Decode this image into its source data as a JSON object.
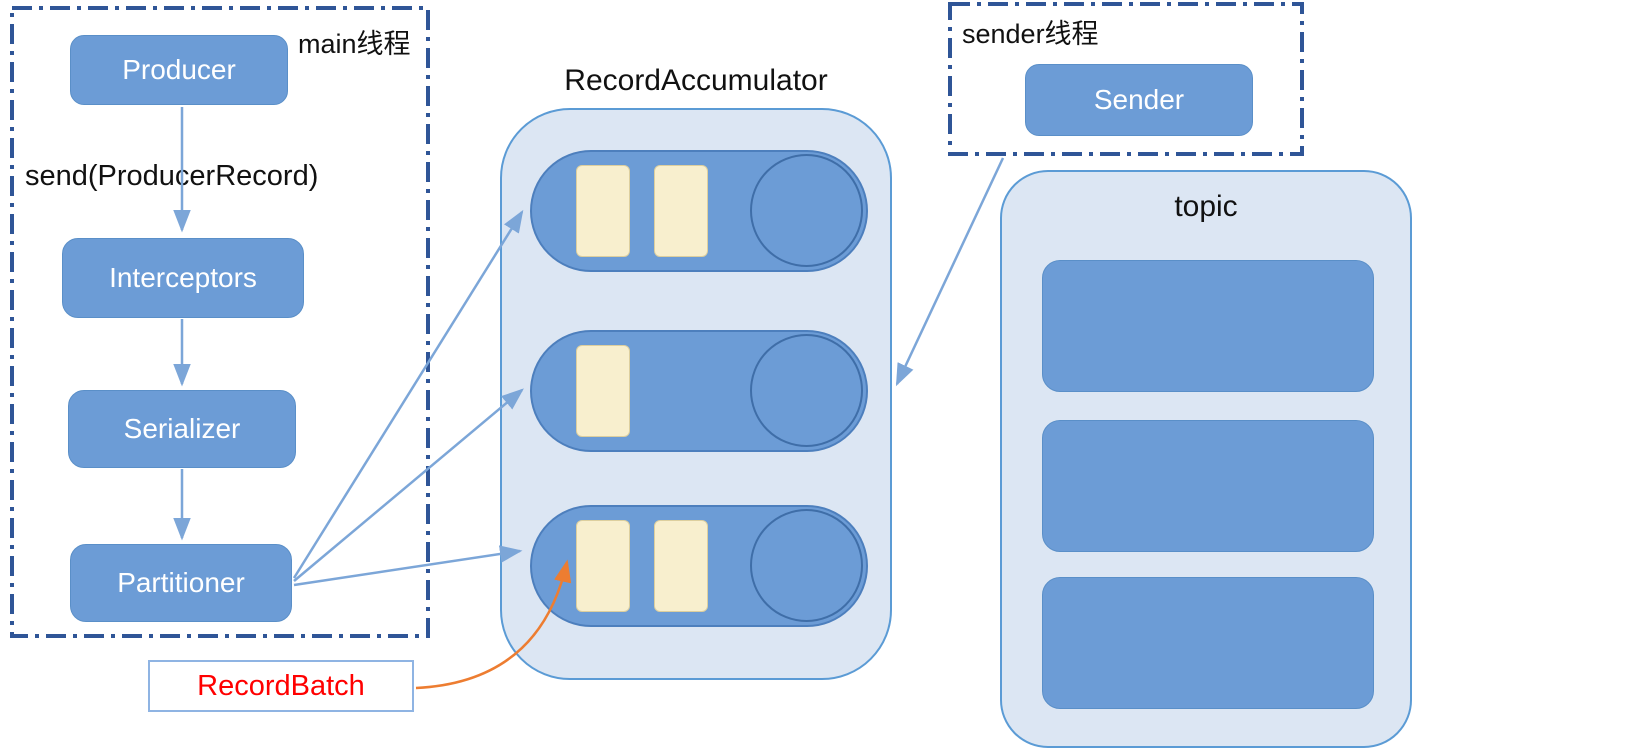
{
  "colors": {
    "node-blue": "#6c9cd6",
    "node-border": "#5a8fc8",
    "container-fill": "#dce6f3",
    "container-border": "#5b9bd5",
    "batch-cream": "#f8efce",
    "batch-border": "#ddcf9e",
    "dash-border": "#2f5597",
    "arrow-blue": "#7ca6d8",
    "arrow-orange": "#ed7d31",
    "record-batch-red": "#ff0000",
    "node-text": "#ffffff",
    "text-black": "#111111"
  },
  "main_thread": {
    "label": "main线程",
    "send_label": "send(ProducerRecord)",
    "nodes": {
      "producer": "Producer",
      "interceptors": "Interceptors",
      "serializer": "Serializer",
      "partitioner": "Partitioner"
    }
  },
  "accumulator": {
    "title": "RecordAccumulator",
    "record_batch_label": "RecordBatch",
    "queues": [
      {
        "batches": 2
      },
      {
        "batches": 1
      },
      {
        "batches": 2
      }
    ]
  },
  "sender_thread": {
    "label": "sender线程",
    "node": "Sender"
  },
  "topic": {
    "label": "topic",
    "partitions": 3
  }
}
